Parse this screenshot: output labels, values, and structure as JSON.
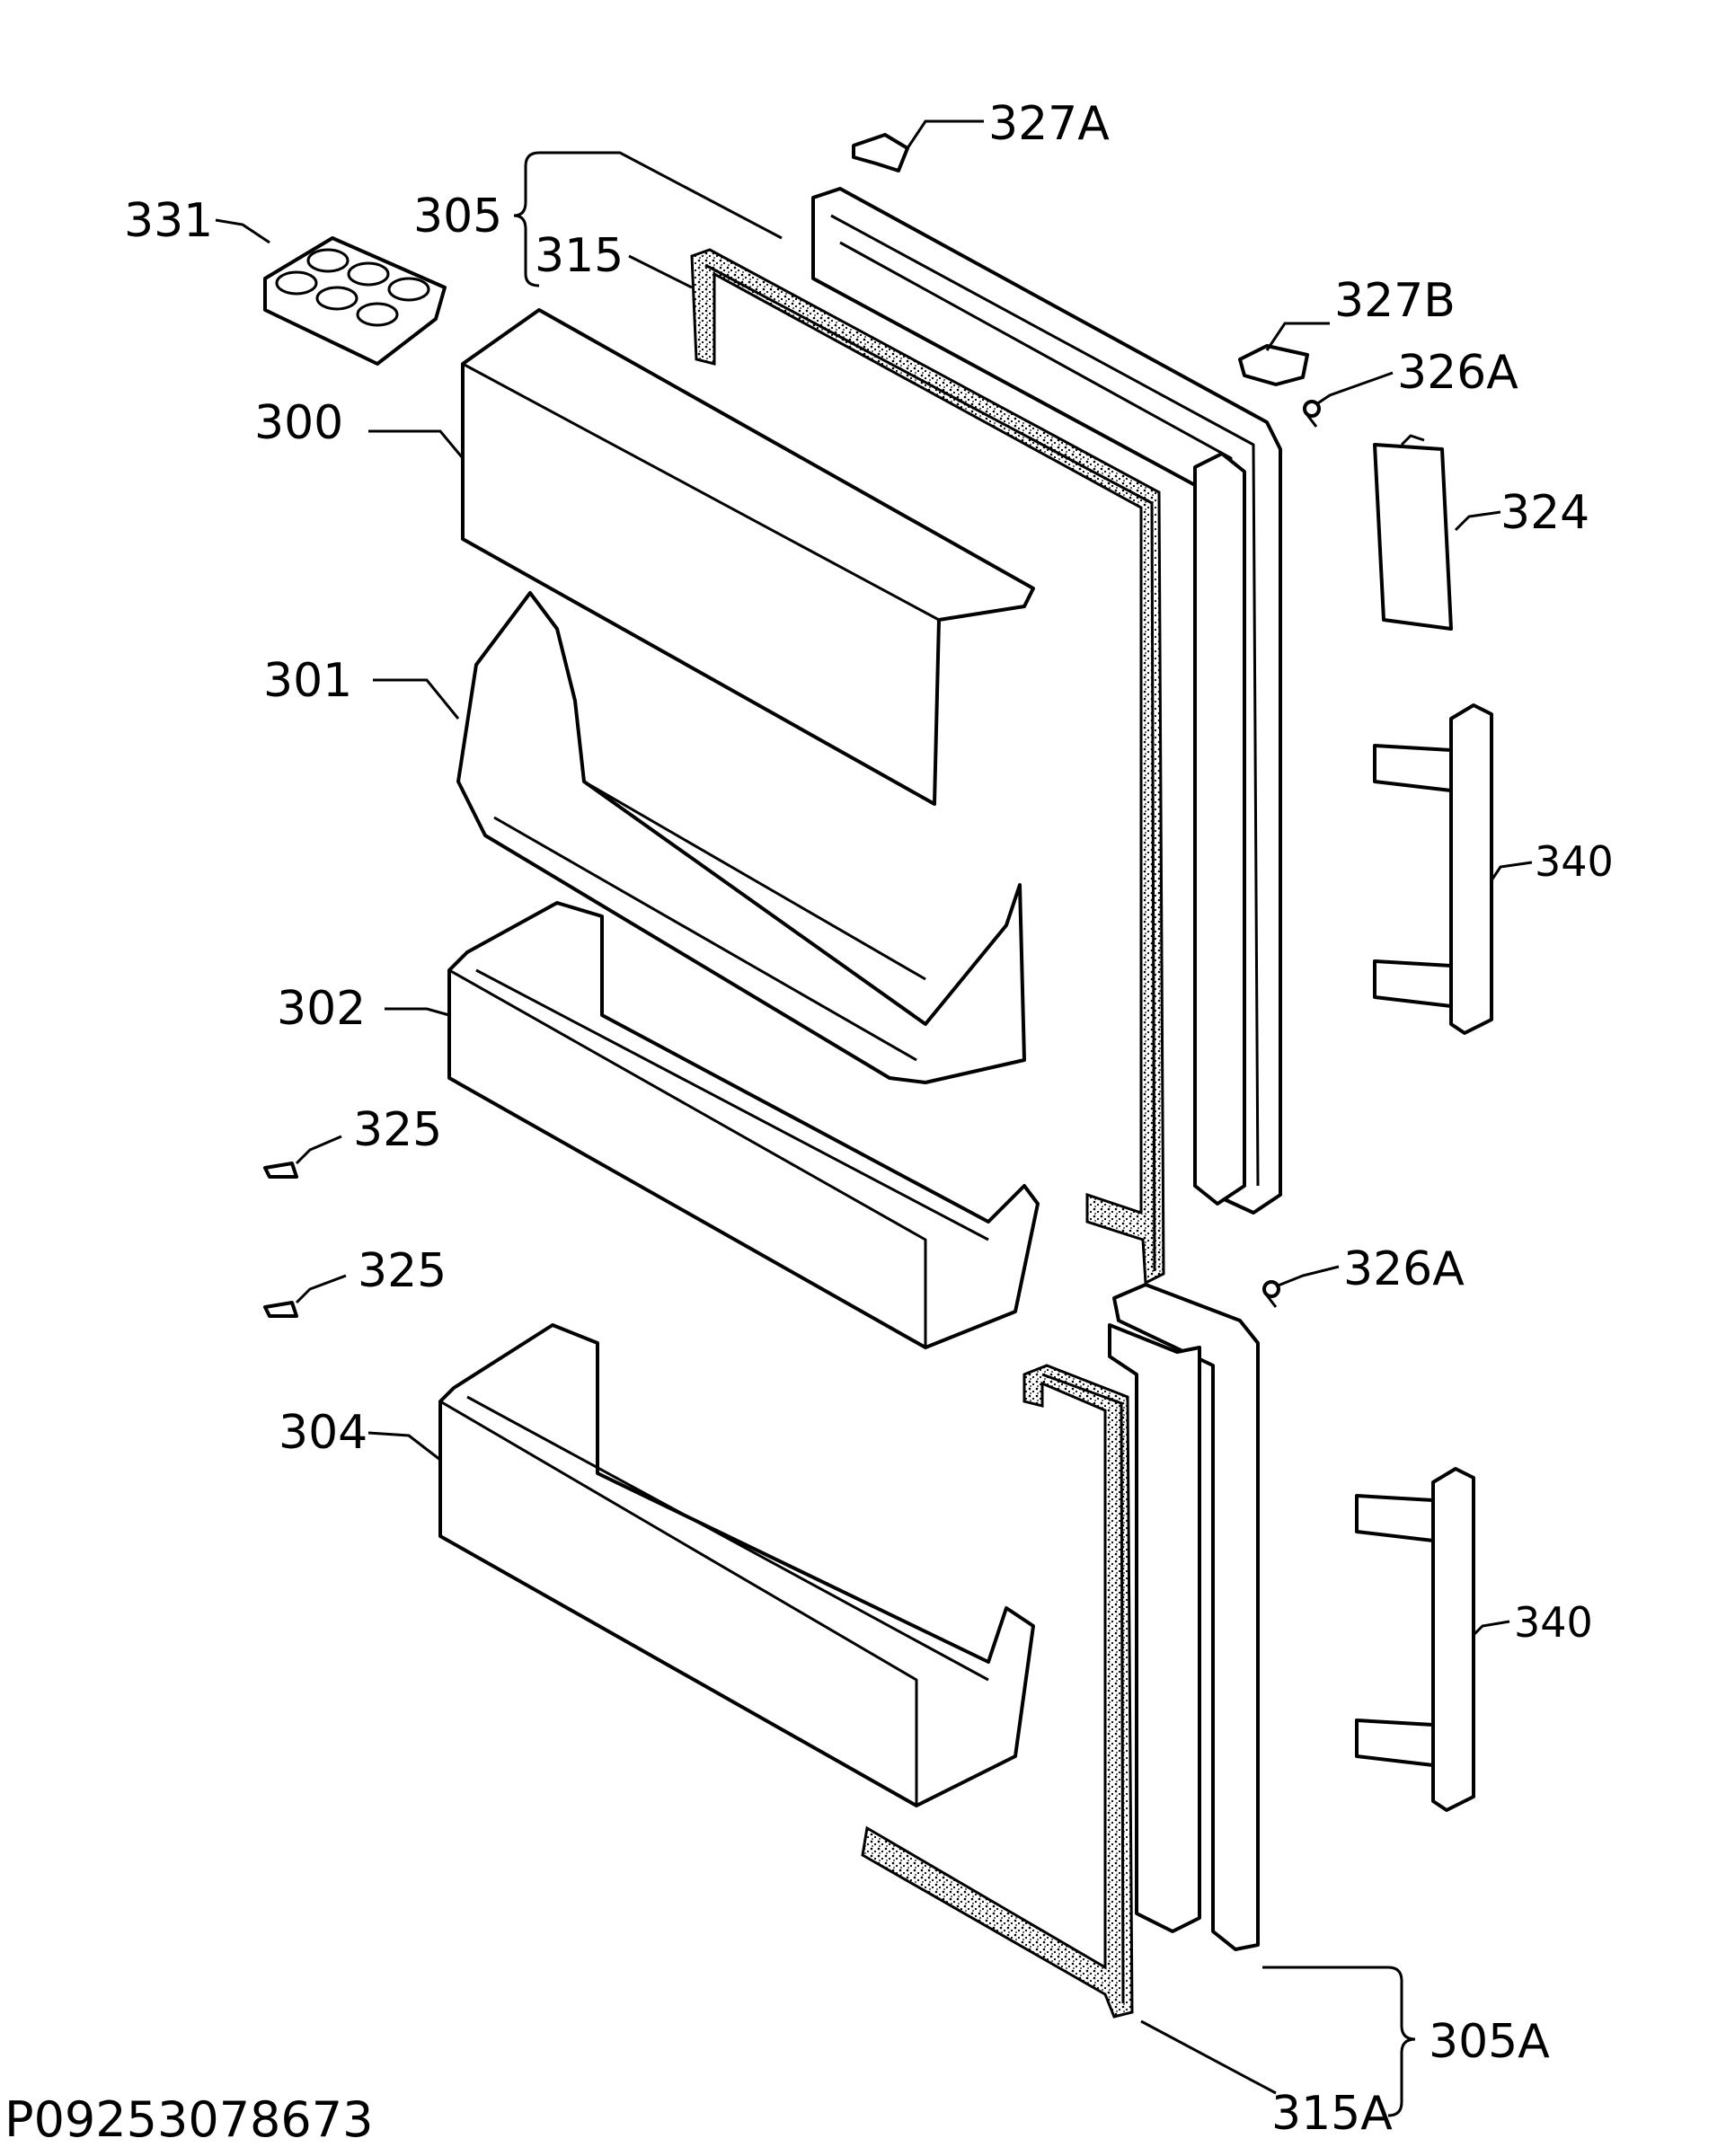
{
  "figure_code": "P09253078673",
  "labels": {
    "p327A": "327A",
    "p305": "305",
    "p315": "315",
    "p331": "331",
    "p327B": "327B",
    "p326A_top": "326A",
    "p300": "300",
    "p324": "324",
    "p301": "301",
    "p340_top": "340",
    "p302": "302",
    "p325_a": "325",
    "p325_b": "325",
    "p326A_bottom": "326A",
    "p304": "304",
    "p340_bottom": "340",
    "p305A": "305A",
    "p315A": "315A"
  }
}
